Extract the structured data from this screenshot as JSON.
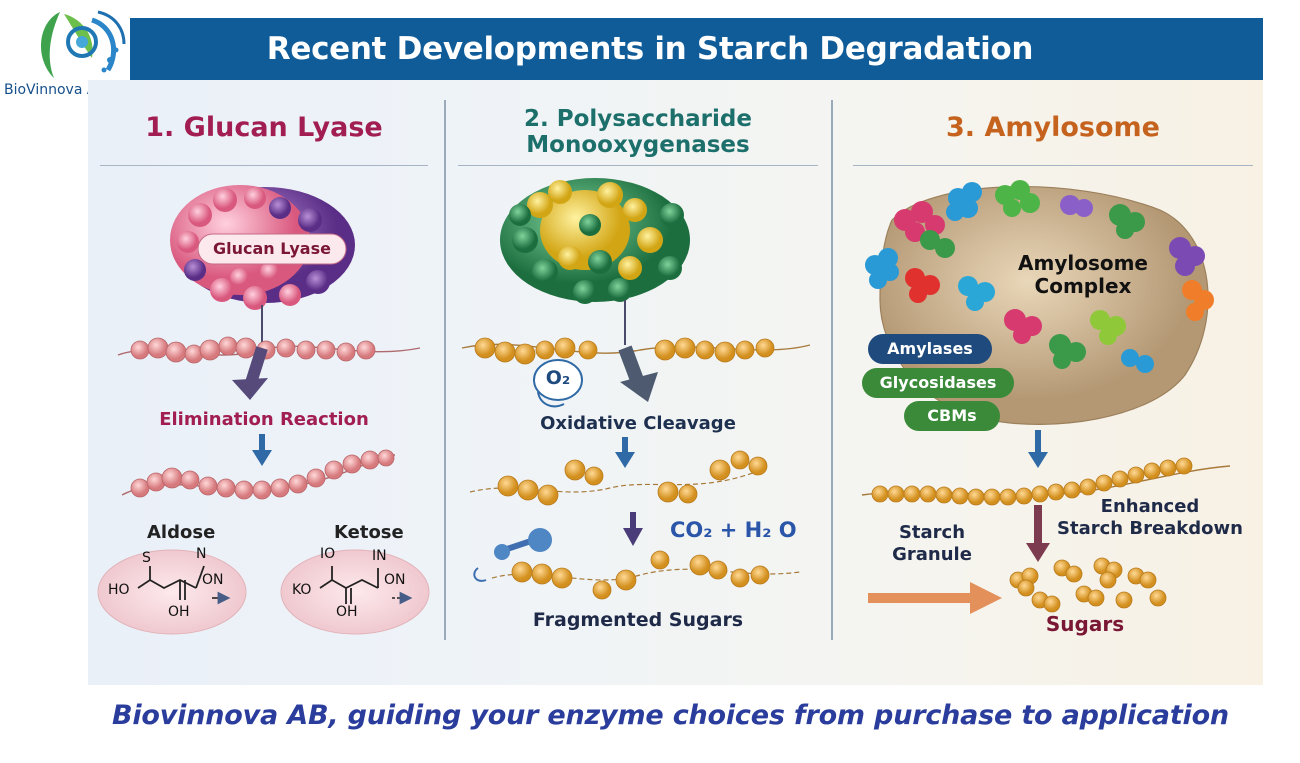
{
  "brand": {
    "logo_text": "BioVinnova AB"
  },
  "title": "Recent Developments in Starch Degradation",
  "panels": [
    {
      "heading": "1. Glucan Lyase",
      "enzyme_label": "Glucan Lyase",
      "step_label": "Elimination Reaction",
      "left_sugar": "Aldose",
      "right_sugar": "Ketose",
      "left_struct": {
        "top": "S",
        "n": "N",
        "left": "HO",
        "right": "ON",
        "bottom": "OH"
      },
      "right_struct": {
        "top": "IO",
        "n": "IN",
        "left": "KO",
        "right": "ON",
        "bottom": "OH"
      }
    },
    {
      "heading_line1": "2. Polysaccharide",
      "heading_line2": "Monooxygenases",
      "o2_label": "O₂",
      "step_label": "Oxidative Cleavage",
      "products_label": "CO₂ + H₂ O",
      "result_label": "Fragmented Sugars"
    },
    {
      "heading": "3. Amylosome",
      "complex_line1": "Amylosome",
      "complex_line2": "Complex",
      "tags": [
        "Amylases",
        "Glycosidases",
        "CBMs"
      ],
      "granule_line1": "Starch",
      "granule_line2": "Granule",
      "breakdown_line1": "Enhanced",
      "breakdown_line2": "Starch Breakdown",
      "result_label": "Sugars"
    }
  ],
  "tagline": "Biovinnova AB,  guiding your enzyme choices from purchase to application",
  "colors": {
    "banner": "#0f5c99",
    "panel1_heading": "#a11d52",
    "panel2_heading": "#1c6f6a",
    "panel3_heading": "#c5631e",
    "tagline": "#2a3d9c",
    "arrow": "#2f6aa6"
  }
}
